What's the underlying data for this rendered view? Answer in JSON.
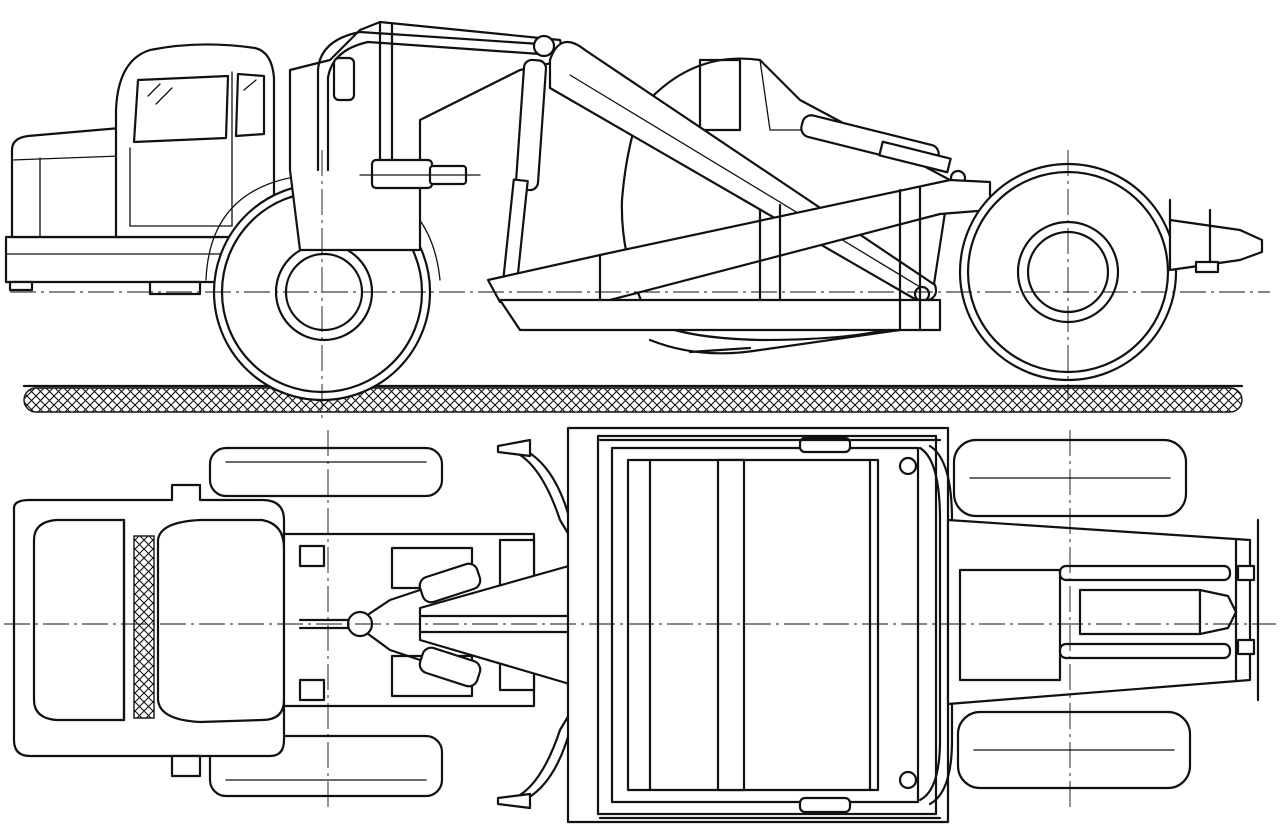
{
  "drawing": {
    "subject": "scraper-technical-drawing",
    "views": [
      "side-view",
      "top-view"
    ],
    "ink_color": "#111111",
    "paper_color": "#ffffff"
  }
}
